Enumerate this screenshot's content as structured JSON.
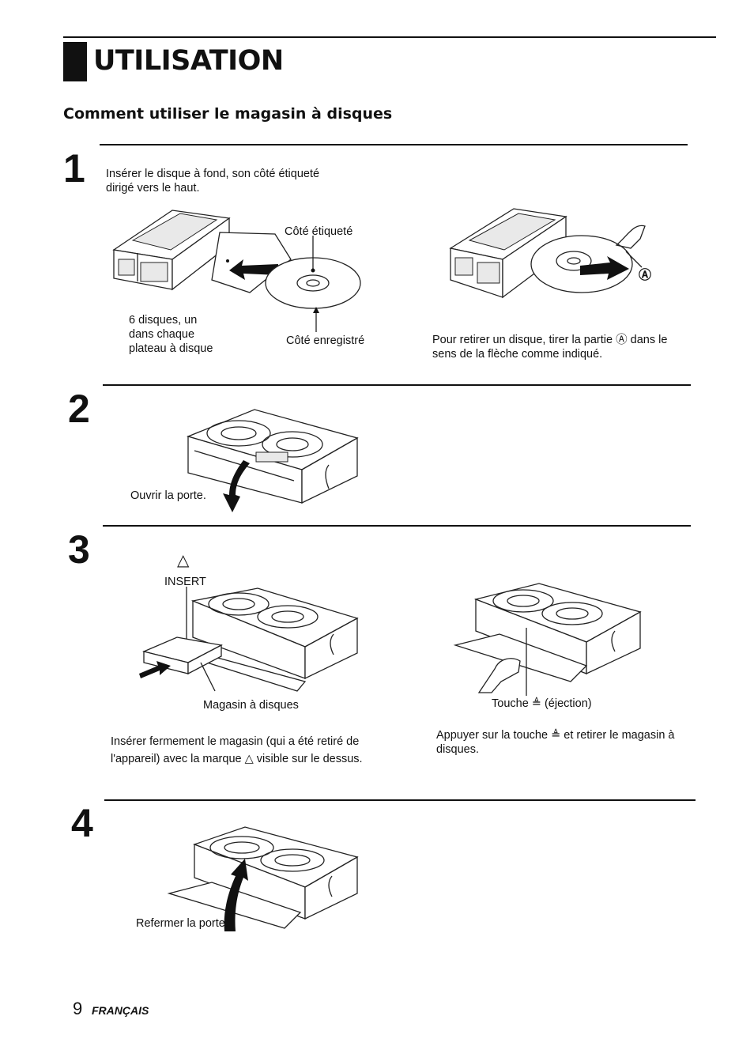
{
  "header": {
    "title": "UTILISATION",
    "subtitle": "Comment utiliser le magasin à disques"
  },
  "steps": [
    {
      "number": "1",
      "instruction": "Insérer le disque à fond, son côté étiqueté dirigé vers le haut.",
      "labels": {
        "label_side": "Côté étiqueté",
        "recorded_side": "Côté enregistré",
        "six_discs": "6 disques, un dans chaque plateau à disque",
        "marker": "Ⓐ"
      },
      "remove_text": "Pour retirer un disque, tirer la partie Ⓐ dans le sens de la flèche comme indiqué."
    },
    {
      "number": "2",
      "caption": "Ouvrir la porte."
    },
    {
      "number": "3",
      "insert_symbol": "△",
      "insert_label": "INSERT",
      "magazine_label": "Magasin à disques",
      "eject_label": "Touche ≜ (éjection)",
      "left_text": "Insérer fermement le magasin (qui a été retiré de l'appareil) avec la marque △ visible sur le dessus.",
      "right_text": "Appuyer sur la touche ≜ et retirer le magasin à disques."
    },
    {
      "number": "4",
      "caption": "Refermer la porte."
    }
  ],
  "footer": {
    "page_number": "9",
    "language": "FRANÇAIS"
  }
}
